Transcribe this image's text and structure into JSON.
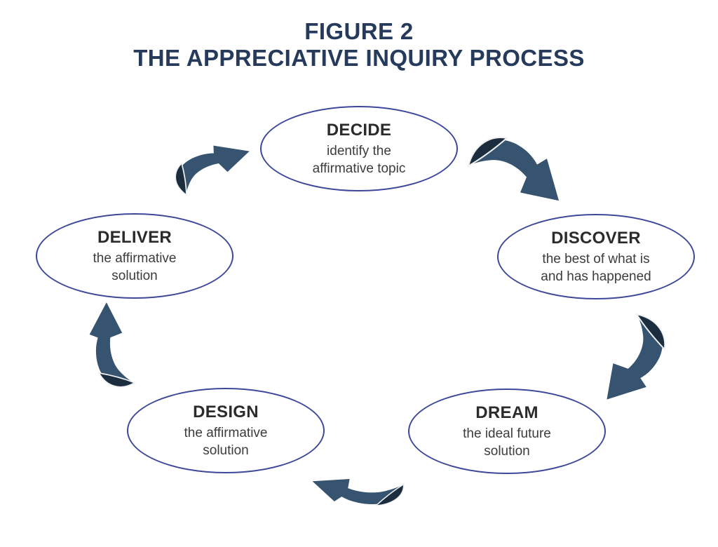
{
  "title": {
    "line1": "FIGURE 2",
    "line2": "THE APPRECIATIVE INQUIRY PROCESS"
  },
  "colors": {
    "canvas": "#ffffff",
    "title": "#263a5c",
    "ellipse_border": "#3e489a",
    "arrow_body": "#36536f",
    "arrow_shade": "#1b2d3f",
    "arrow_separator": "#eef0f2",
    "stage_name": "#2b2b2b",
    "stage_desc": "#3c3c3c"
  },
  "diagram": {
    "type": "cycle",
    "direction": "clockwise",
    "stages": [
      {
        "name": "DECIDE",
        "lines": [
          "identify the",
          "affirmative topic"
        ]
      },
      {
        "name": "DISCOVER",
        "lines": [
          "the best of what is",
          "and has happened"
        ]
      },
      {
        "name": "DREAM",
        "lines": [
          "the ideal future",
          "solution"
        ]
      },
      {
        "name": "DESIGN",
        "lines": [
          "the affirmative",
          "solution"
        ]
      },
      {
        "name": "DELIVER",
        "lines": [
          "the affirmative",
          "solution"
        ]
      }
    ],
    "arrows": [
      {
        "from": "DELIVER",
        "to": "DECIDE"
      },
      {
        "from": "DECIDE",
        "to": "DISCOVER"
      },
      {
        "from": "DISCOVER",
        "to": "DREAM"
      },
      {
        "from": "DREAM",
        "to": "DESIGN"
      },
      {
        "from": "DESIGN",
        "to": "DELIVER"
      }
    ]
  }
}
